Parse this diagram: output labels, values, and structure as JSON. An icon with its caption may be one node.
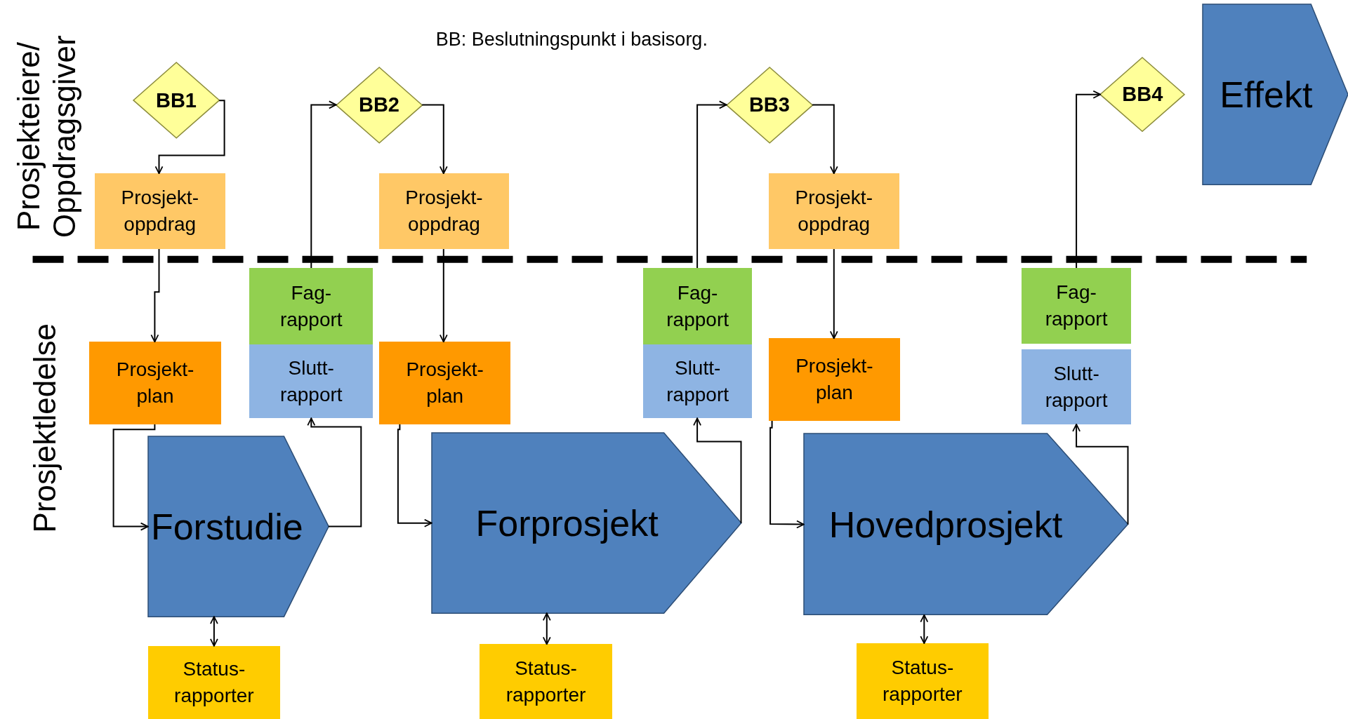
{
  "diagram": {
    "nodes": [
      {
        "text": [
          "BB1"
        ]
      },
      {
        "text": [
          "Prosjekt-oppdrag"
        ]
      },
      {
        "text": [
          "Prosjekt-plan"
        ]
      },
      {
        "text": [
          "Forstudie"
        ]
      },
      {
        "text": [
          "Status-rapporter"
        ]
      },
      {
        "text": [
          "Fag-rapport"
        ]
      },
      {
        "text": [
          "Slutt-rapport"
        ]
      },
      {
        "text": [
          "BB2"
        ]
      },
      {
        "text": [
          "Prosjekt-oppdrag"
        ]
      },
      {
        "text": [
          "Prosjekt-plan"
        ]
      },
      {
        "text": [
          "Forprosjekt"
        ]
      },
      {
        "text": [
          "Status-rapporter"
        ]
      },
      {
        "text": [
          "Fag-rapport"
        ]
      },
      {
        "text": [
          "Slutt-rapport"
        ]
      },
      {
        "text": [
          "BB3"
        ]
      },
      {
        "text": [
          "Prosjekt-oppdrag"
        ]
      },
      {
        "text": [
          "Prosjekt-plan"
        ]
      },
      {
        "text": [
          "Hovedprosjekt"
        ]
      },
      {
        "text": [
          "Status-rapporter"
        ]
      },
      {
        "text": [
          "Fag-rapport"
        ]
      },
      {
        "text": [
          "Slutt-rapport"
        ]
      },
      {
        "text": [
          "BB4"
        ]
      },
      {
        "text": [
          "Effekt"
        ]
      }
    ],
    "edges": [
      {
        "from": 0,
        "to": 1,
        "arrow": "to"
      },
      {
        "from": 1,
        "to": 2,
        "arrow": "to"
      },
      {
        "from": 2,
        "to": 3,
        "arrow": "to"
      },
      {
        "from": 3,
        "to": 4,
        "arrow": "both"
      },
      {
        "from": 3,
        "to": 6,
        "arrow": "to"
      },
      {
        "from": 5,
        "to": 7,
        "arrow": "to"
      },
      {
        "from": 7,
        "to": 8,
        "arrow": "to"
      },
      {
        "from": 8,
        "to": 9,
        "arrow": "to"
      },
      {
        "from": 9,
        "to": 10,
        "arrow": "to"
      },
      {
        "from": 10,
        "to": 11,
        "arrow": "both"
      },
      {
        "from": 10,
        "to": 13,
        "arrow": "to"
      },
      {
        "from": 12,
        "to": 14,
        "arrow": "to"
      },
      {
        "from": 14,
        "to": 15,
        "arrow": "to"
      },
      {
        "from": 15,
        "to": 16,
        "arrow": "to"
      },
      {
        "from": 16,
        "to": 17,
        "arrow": "to"
      },
      {
        "from": 17,
        "to": 18,
        "arrow": "both"
      },
      {
        "from": 17,
        "to": 20,
        "arrow": "to"
      },
      {
        "from": 19,
        "to": 21,
        "arrow": "to"
      }
    ],
    "labels": [
      "Prosjekteiere/ Oppdragsgiver",
      "BB: Beslutningspunkt i basisorg.",
      "Prosjektledelse"
    ]
  }
}
